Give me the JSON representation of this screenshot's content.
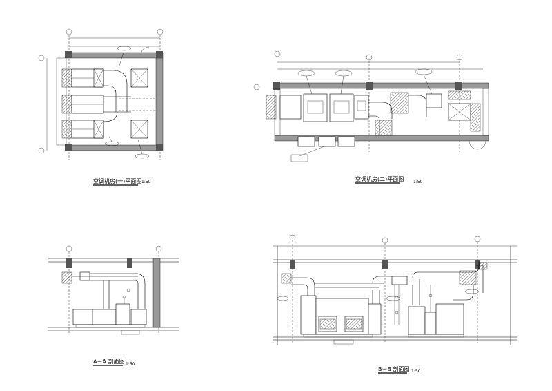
{
  "drawings": [
    {
      "id": "plan-1",
      "title": "空调机房(一)平面图",
      "scale": "1:50"
    },
    {
      "id": "plan-2",
      "title": "空调机房(二)平面图",
      "scale": "1:50"
    },
    {
      "id": "section-a",
      "title": "A－A 剖面图",
      "scale": "1:50"
    },
    {
      "id": "section-b",
      "title": "B－B 剖面图",
      "scale": "1:50"
    }
  ]
}
